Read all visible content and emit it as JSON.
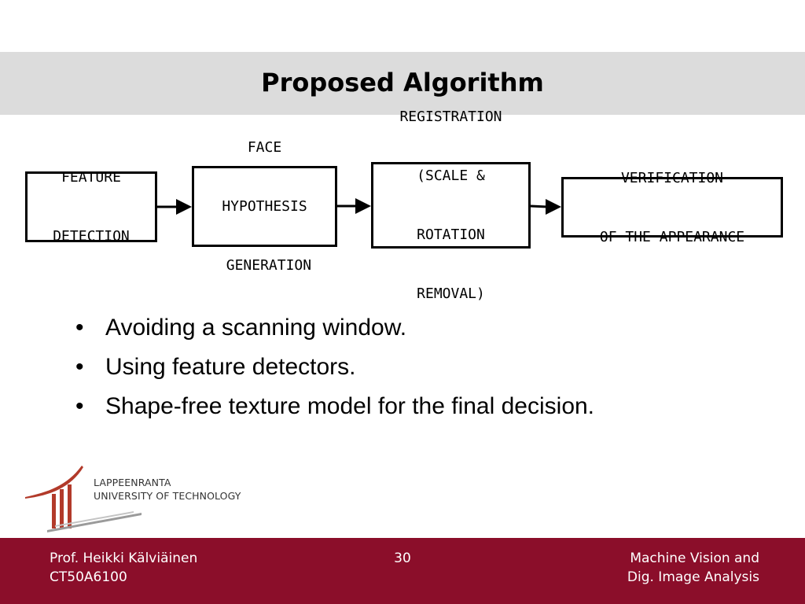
{
  "slide": {
    "title": "Proposed Algorithm"
  },
  "diagram": {
    "boxes": [
      {
        "lines": [
          "FEATURE",
          "DETECTION"
        ]
      },
      {
        "lines": [
          "FACE",
          "HYPOTHESIS",
          " GENERATION"
        ]
      },
      {
        "lines": [
          "REGISTRATION",
          "(SCALE &",
          "ROTATION",
          "REMOVAL)"
        ]
      },
      {
        "lines": [
          "VERIFICATION",
          "OF THE APPEARANCE"
        ]
      }
    ]
  },
  "bullets": [
    "Avoiding a scanning window.",
    "Using feature detectors.",
    "Shape-free texture model for the final decision."
  ],
  "logo": {
    "line1": "LAPPEENRANTA",
    "line2": "UNIVERSITY OF TECHNOLOGY"
  },
  "footer": {
    "author": "Prof. Heikki Kälviäinen",
    "course_code": "CT50A6100",
    "page_number": "30",
    "course_line1": "Machine Vision and",
    "course_line2": "Dig. Image Analysis"
  },
  "colors": {
    "footer_bg": "#8b0e2a",
    "title_bar_bg": "#dcdcdc",
    "logo_red": "#b23a2a"
  }
}
